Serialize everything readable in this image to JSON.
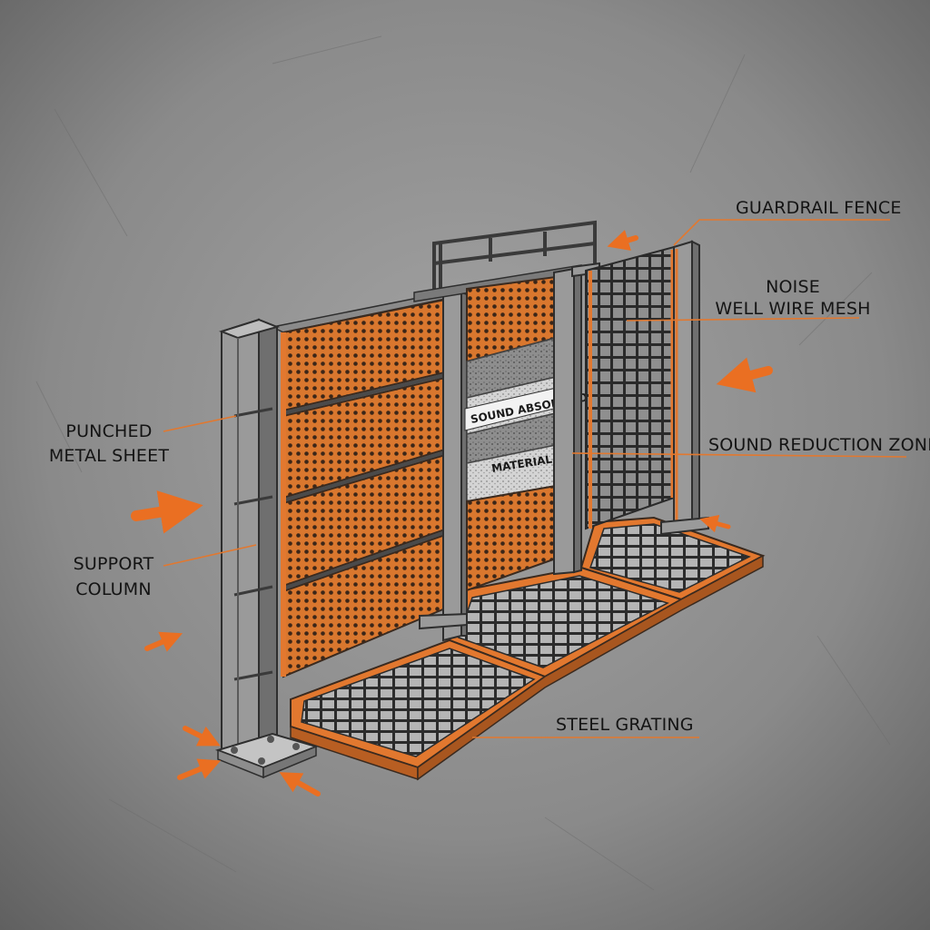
{
  "labels": {
    "guardrail_fence": "GUARDRAIL FENCE",
    "noise_wire_mesh_line1": "NOISE",
    "noise_wire_mesh_line2": "WELL WIRE MESH",
    "punched_metal_sheet_line1": "PUNCHED",
    "punched_metal_sheet_line2": "METAL SHEET",
    "sound_reduction_zone": "SOUND REDUCTION ZONE",
    "support_column_line1": "SUPPORT",
    "support_column_line2": "COLUMN",
    "steel_grating": "STEEL GRATING",
    "sound_absorption": "SOUND ABSORPTION",
    "material": "MATERIAL"
  },
  "colors": {
    "accent_orange": "#e2782f",
    "steel_gray": "#9a9a9a",
    "background": "#8c8c8c"
  }
}
